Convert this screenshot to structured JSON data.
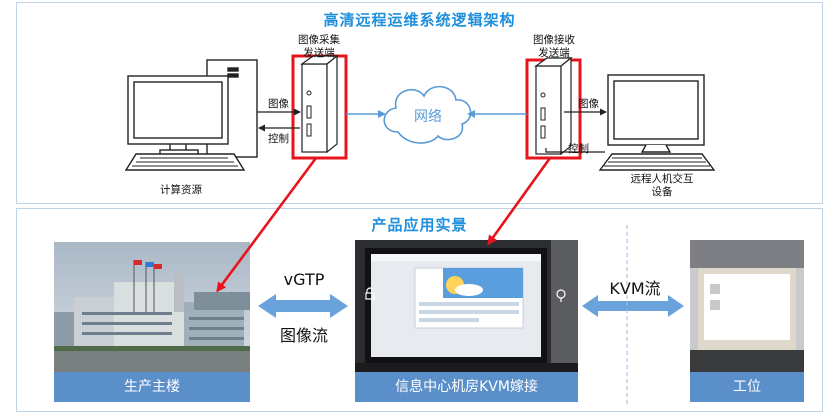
{
  "top_panel": {
    "title": "高清远程运维系统逻辑架构",
    "sender_label_line1": "图像采集",
    "sender_label_line2": "发送端",
    "receiver_label_line1": "图像接收",
    "receiver_label_line2": "发送端",
    "network_label": "网络",
    "left_image_label": "图像",
    "left_control_label": "控制",
    "right_image_label": "图像",
    "right_control_label": "控制",
    "computing_label": "计算资源",
    "hmi_label_line1": "远程人机交互",
    "hmi_label_line2": "设备"
  },
  "bottom_panel": {
    "title": "产品应用实景",
    "protocol_label": "vGTP",
    "stream_label": "图像流",
    "kvm_stream_label": "KVM流",
    "caption_left": "生产主楼",
    "caption_center": "信息中心机房KVM嫁接",
    "caption_right": "工位"
  },
  "colors": {
    "title_blue": "#1f8fde",
    "caption_bar": "#5b8fc9",
    "highlight_red": "#e8141b",
    "arrow_blue": "#5b9bd5"
  }
}
